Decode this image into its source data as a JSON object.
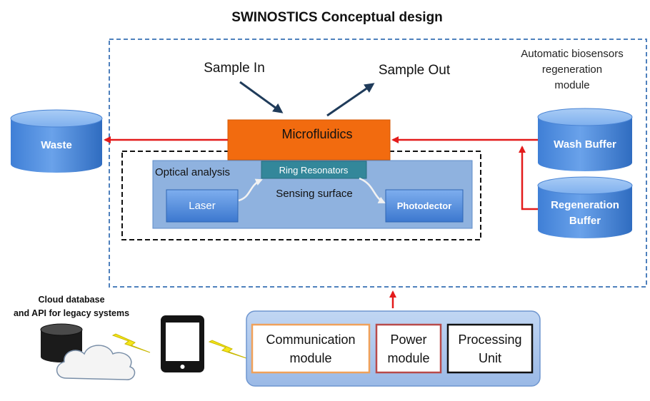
{
  "title": "SWINOSTICS Conceptual design",
  "regen_module_label": "Automatic biosensors\nregeneration\nmodule",
  "sample_in": "Sample In",
  "sample_out": "Sample Out",
  "microfluidics": "Microfluidics",
  "waste": "Waste",
  "wash_buffer": "Wash Buffer",
  "regeneration_buffer": "Regeneration\nBuffer",
  "optical_analysis": "Optical analysis",
  "ring_resonators": "Ring Resonators",
  "sensing_surface": "Sensing surface",
  "laser": "Laser",
  "photodetector": "Photodector",
  "cloud_label": "Cloud database\nand API for legacy systems",
  "communication_module": "Communication\nmodule",
  "power_module": "Power\nmodule",
  "processing_unit": "Processing\nUnit",
  "colors": {
    "microfluidics": "#f26b0f",
    "cylinder_blue": "#4f8ddd",
    "flow_red": "#e31b1b",
    "optical_panel": "#8fb2df",
    "dashed_blue": "#4f81bd",
    "ring_resonators": "#33879a",
    "bottom_panel": "#a9c4ea",
    "communication_border": "#f0a15a",
    "power_border": "#b84a4a",
    "arrow_navy": "#1f3b5a",
    "bolt": "#f5e61a"
  }
}
